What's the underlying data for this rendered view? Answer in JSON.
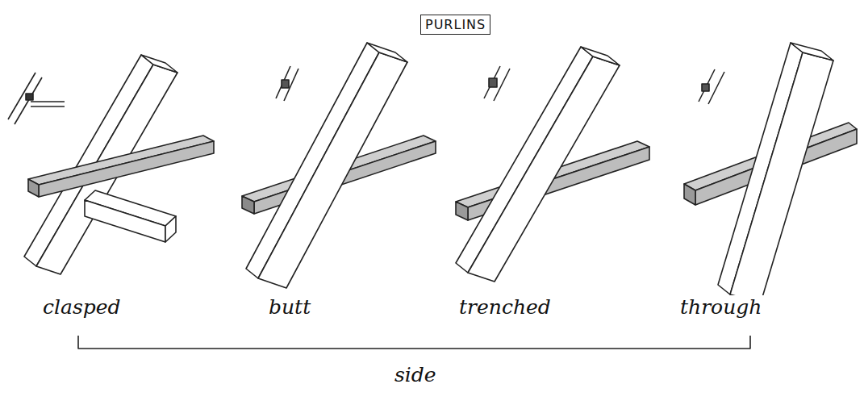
{
  "diagram": {
    "title": "PURLINS",
    "labels": [
      "clasped",
      "butt",
      "trenched",
      "through",
      "side"
    ]
  }
}
